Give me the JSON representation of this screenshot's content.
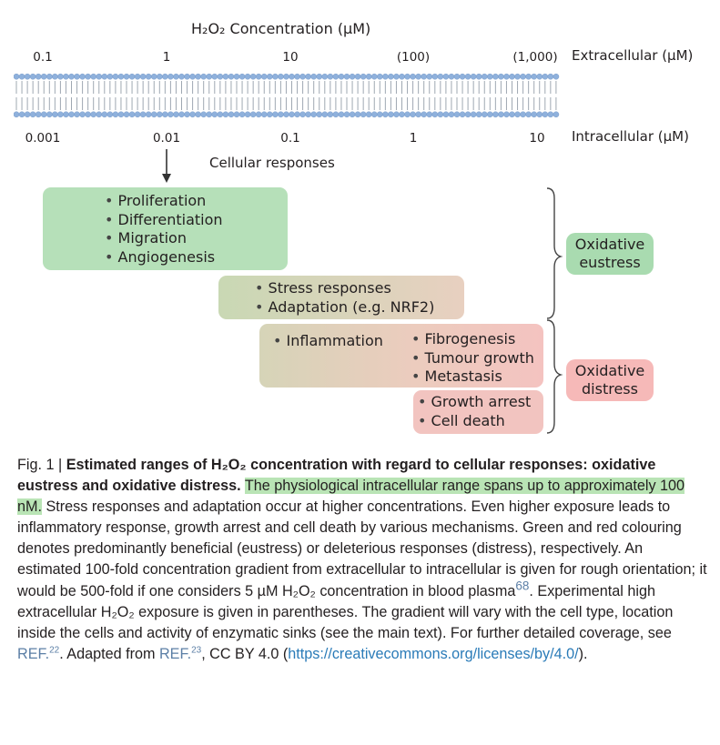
{
  "figure": {
    "axis_title": "H₂O₂ Concentration (µM)",
    "extracellular": {
      "label": "Extracellular (µM)",
      "ticks": [
        "0.1",
        "1",
        "10",
        "(100)",
        "(1,000)"
      ]
    },
    "intracellular": {
      "label": "Intracellular (µM)",
      "ticks": [
        "0.001",
        "0.01",
        "0.1",
        "1",
        "10"
      ]
    },
    "responses_label": "Cellular responses",
    "boxes": [
      {
        "items": [
          "Proliferation",
          "Differentiation",
          "Migration",
          "Angiogenesis"
        ]
      },
      {
        "items": [
          "Stress responses",
          "Adaptation (e.g. NRF2)"
        ]
      },
      {
        "items": [
          "Inflammation"
        ]
      },
      {
        "items": [
          "Fibrogenesis",
          "Tumour growth",
          "Metastasis"
        ]
      },
      {
        "items": [
          "Growth arrest",
          "Cell death"
        ]
      }
    ],
    "tags": {
      "eustress": [
        "Oxidative",
        "eustress"
      ],
      "distress": [
        "Oxidative",
        "distress"
      ]
    },
    "colors": {
      "green": "#b6e0b9",
      "green_tag": "#a9dbb0",
      "red": "#f4c6c3",
      "red_tag": "#f6b9b8",
      "membrane_head": "#8fb1dc",
      "membrane_tail": "#9fa8b2"
    }
  },
  "caption": {
    "fig_number": "Fig. 1 | ",
    "bold_title": "Estimated ranges of H₂O₂ concentration with regard to cellular responses: oxidative eustress and oxidative distress.",
    "highlight": "The physiological intracellular range spans up to approximately 100 nM.",
    "body1": " Stress responses and adaptation occur at higher concentrations. Even higher exposure leads to inflammatory response, growth arrest and cell death by various mechanisms. Green and red colouring denotes predominantly beneficial (eustress) or deleterious responses (distress), respectively. An estimated 100-fold concentration gradient from extracellular to intracellular is given for rough orientation; it would be 500-fold if one considers 5 µM H₂O₂ concentration in blood plasma",
    "ref68": "68",
    "body2": ". Experimental high extracellular H₂O₂ exposure is given in parentheses. The gradient will vary with the cell type, location inside the cells and activity of enzymatic sinks (see the main text). For further detailed coverage, see ",
    "ref_label1": "REF.",
    "ref22": "22",
    "body3": ". Adapted from ",
    "ref_label2": "REF.",
    "ref23": "23",
    "body4": ", CC BY 4.0 (",
    "link": "https://creativecommons.org/licenses/by/4.0/",
    "body5": ")."
  }
}
